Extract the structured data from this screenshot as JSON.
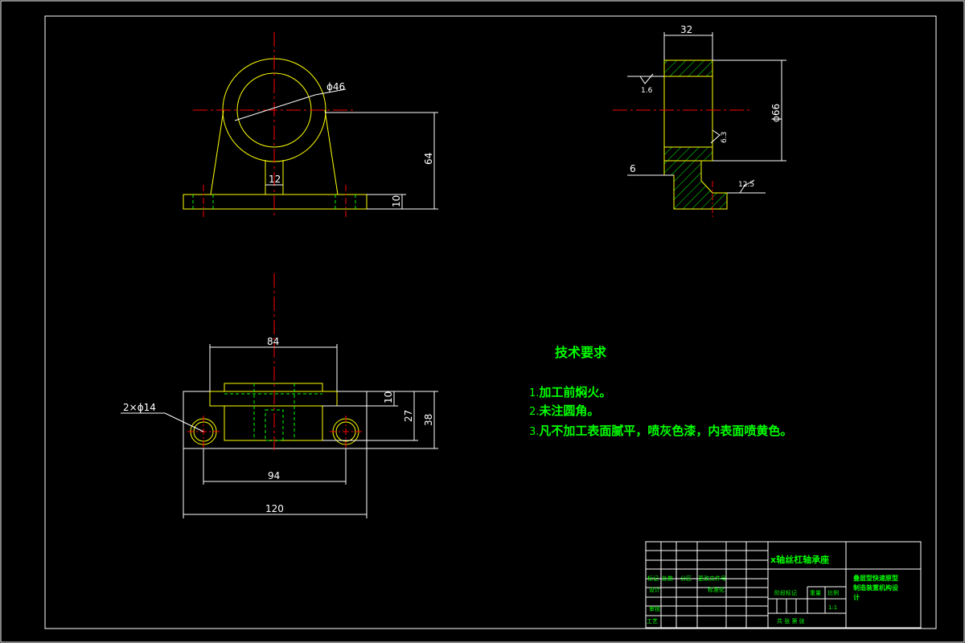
{
  "dimensions": {
    "front": {
      "dia": "ϕ46",
      "height": "64",
      "web": "12",
      "base": "10"
    },
    "side": {
      "width": "32",
      "dia": "ϕ66",
      "foot": "6",
      "rough1": "1.6",
      "rough2": "6.3",
      "rough3": "12.5"
    },
    "top": {
      "inner": "84",
      "holes": "2×ϕ14",
      "d10": "10",
      "d27": "27",
      "d38": "38",
      "holes_span": "94",
      "overall": "120"
    }
  },
  "notes": {
    "title": "技术要求",
    "items": [
      {
        "num": "1.",
        "text": "加工前焖火。"
      },
      {
        "num": "2.",
        "text": "未注圆角。"
      },
      {
        "num": "3.",
        "text": "凡不加工表面腻平，喷灰色漆，内表面喷黄色。"
      }
    ]
  },
  "title_block": {
    "part_name": "x轴丝杠轴承座",
    "project": [
      "叠层型快速原型",
      "制造装置机构设",
      "计"
    ],
    "labels": {
      "mark": "标记",
      "count": "处数",
      "zone": "分区",
      "change_doc": "更改文件号",
      "design": "设计",
      "standardize": "标准化",
      "review": "审核",
      "process": "工艺",
      "stage_mark": "阶段标记",
      "weight": "重量",
      "scale": "比例",
      "scale_value": "1:1",
      "sheets": "共 张 第 张"
    }
  },
  "colors": {
    "outline": "#ffff00",
    "center": "#ff0000",
    "dimension": "#ffffff",
    "hidden": "#00ff00",
    "hatch": "#00ff00",
    "text": "#00ff00",
    "red_mark": "#ff0000"
  }
}
